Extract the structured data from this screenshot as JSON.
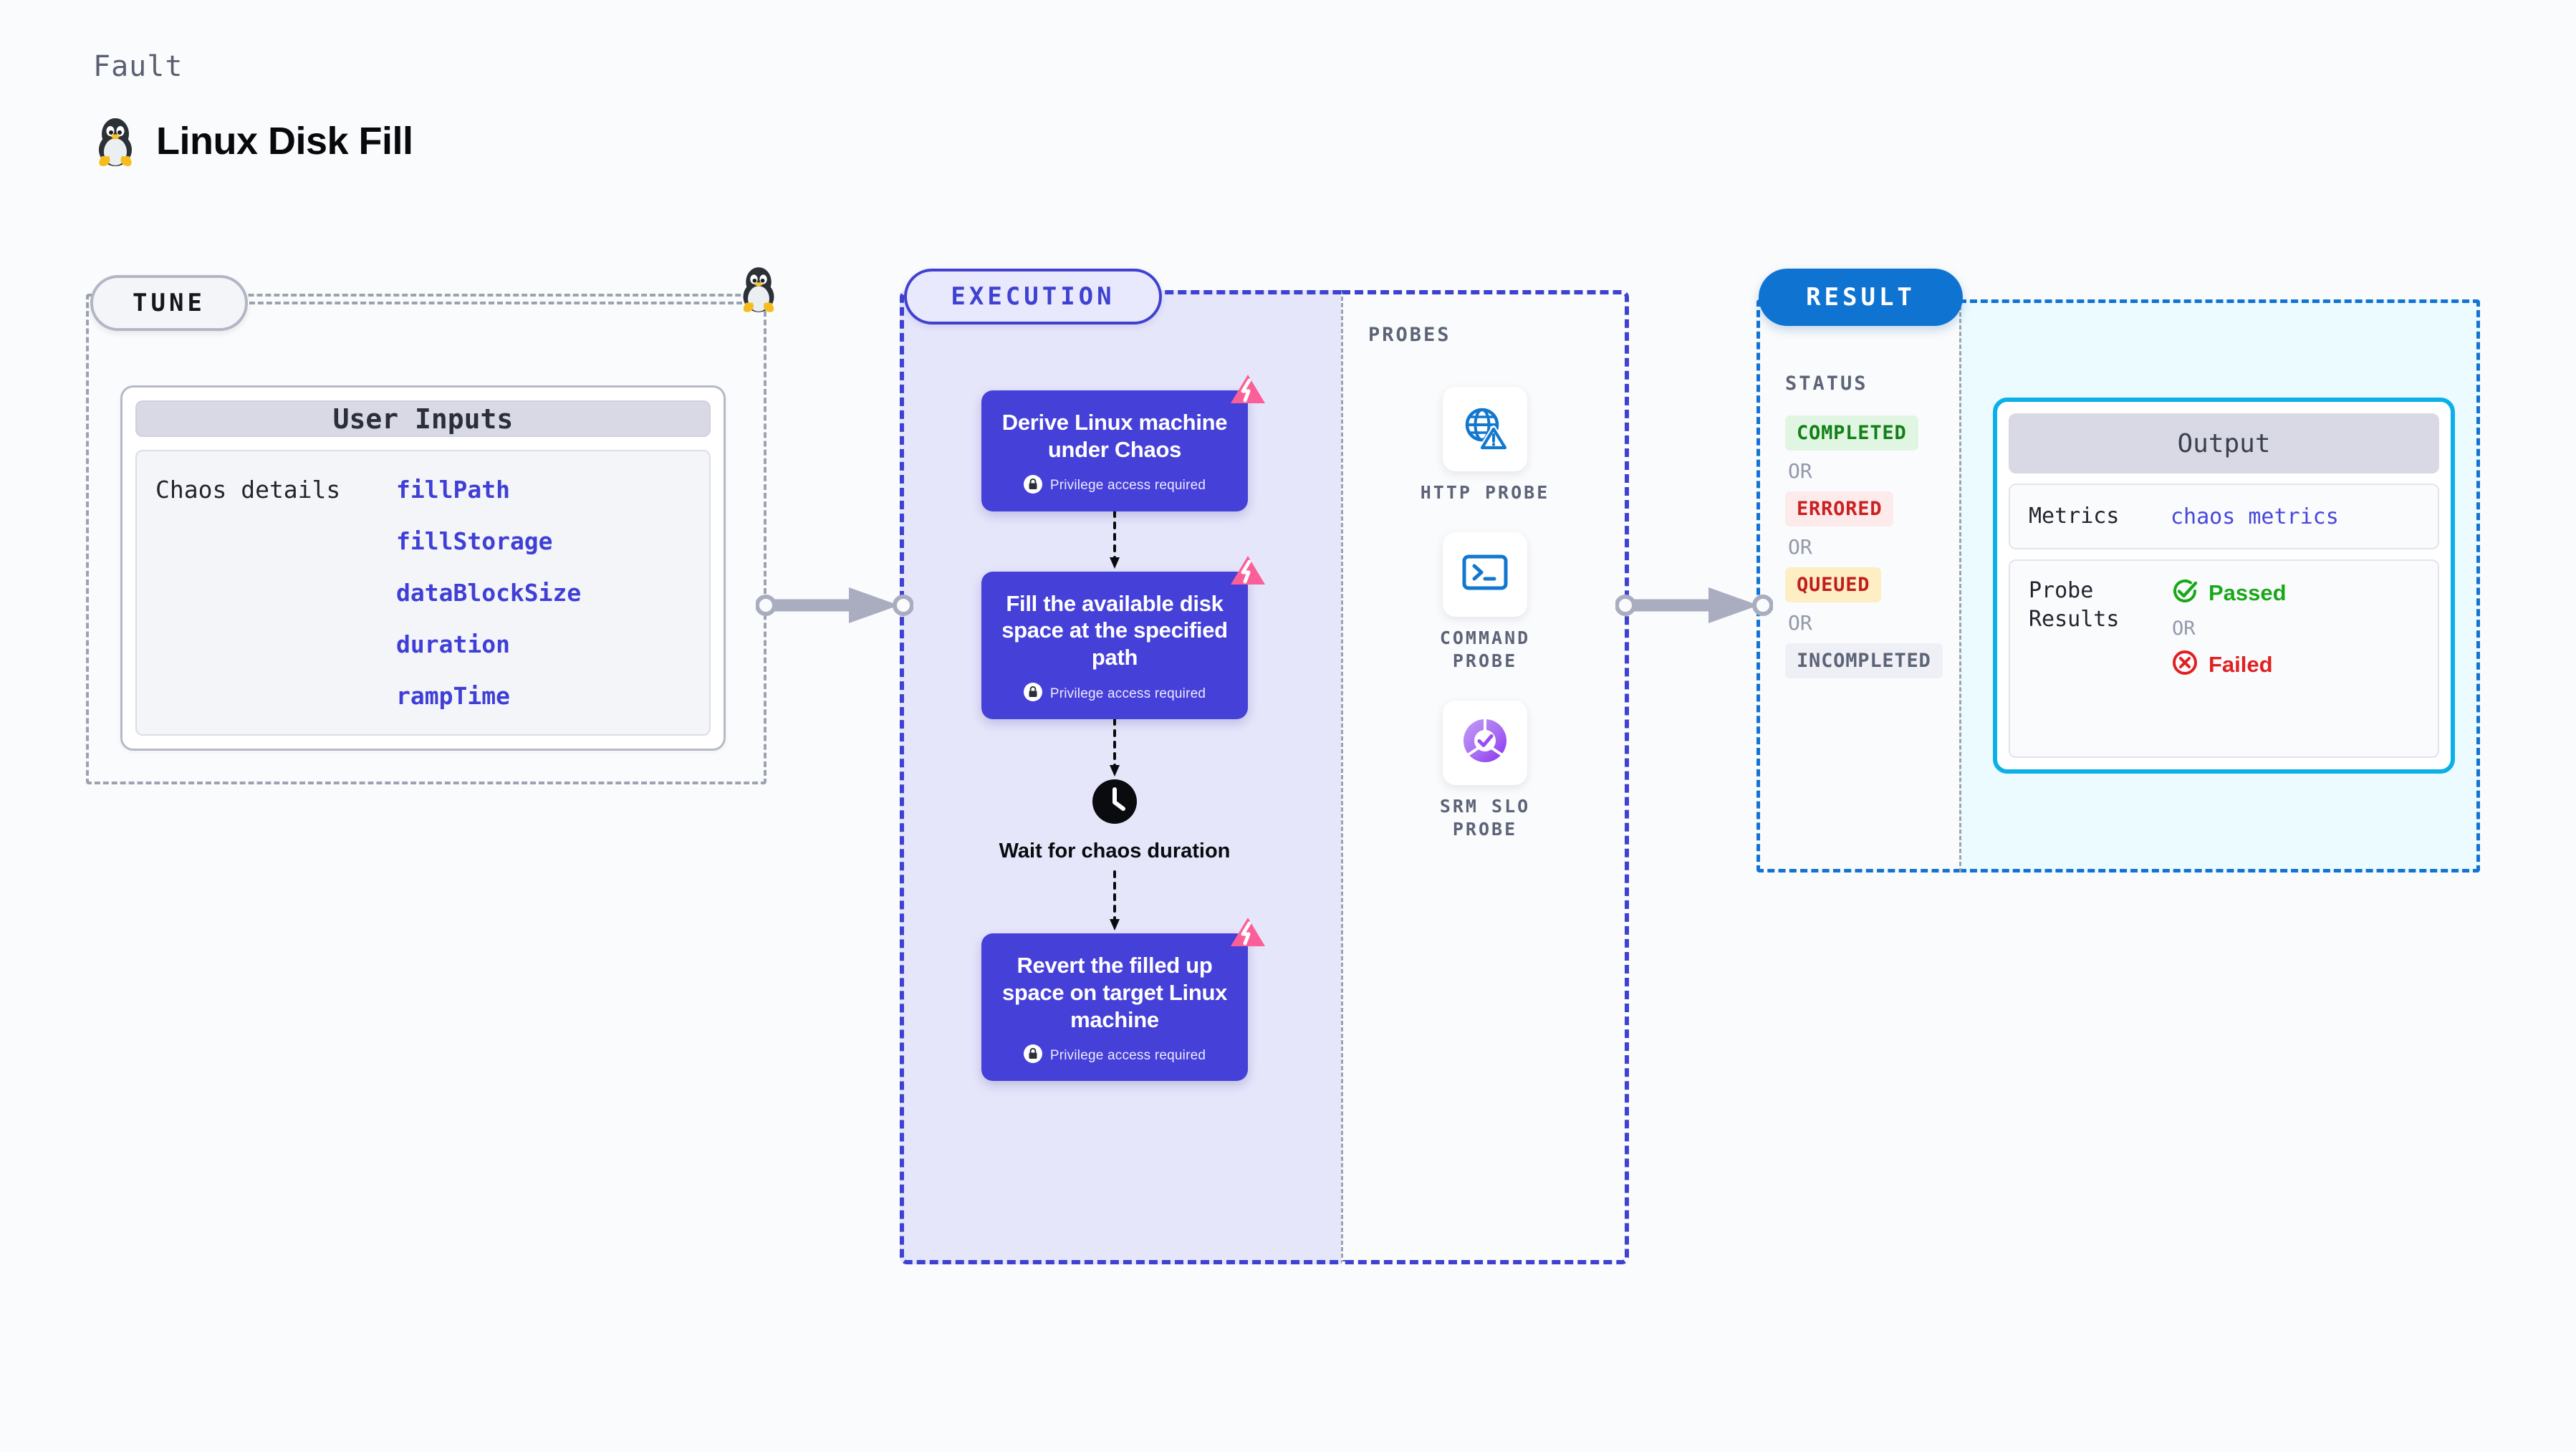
{
  "header": {
    "eyebrow": "Fault",
    "title": "Linux Disk Fill",
    "icon": "linux-penguin-icon"
  },
  "tune": {
    "pill_label": "TUNE",
    "card": {
      "title": "User Inputs",
      "row_label": "Chaos details",
      "values": [
        "fillPath",
        "fillStorage",
        "dataBlockSize",
        "duration",
        "rampTime"
      ]
    }
  },
  "execution": {
    "pill_label": "EXECUTION",
    "steps": [
      {
        "title": "Derive Linux machine under Chaos",
        "privilege_note": "Privilege access required",
        "has_fault_badge": true,
        "type": "card"
      },
      {
        "title": "Fill the available disk space at the specified path",
        "privilege_note": "Privilege access required",
        "has_fault_badge": true,
        "type": "card"
      },
      {
        "title": "Wait for chaos duration",
        "type": "wait",
        "icon": "clock-icon"
      },
      {
        "title": "Revert the filled up space on target Linux machine",
        "privilege_note": "Privilege access required",
        "has_fault_badge": true,
        "type": "card"
      }
    ]
  },
  "probes": {
    "section_label": "PROBES",
    "items": [
      {
        "label": "HTTP PROBE",
        "icon": "globe-warning-icon"
      },
      {
        "label": "COMMAND PROBE",
        "icon": "terminal-icon"
      },
      {
        "label": "SRM SLO PROBE",
        "icon": "slo-donut-check-icon"
      }
    ]
  },
  "result": {
    "pill_label": "RESULT",
    "status_label": "STATUS",
    "or_label": "OR",
    "statuses": [
      {
        "label": "COMPLETED",
        "color": "#128017",
        "bg": "#e1f6e2"
      },
      {
        "label": "ERRORED",
        "color": "#cc1f1f",
        "bg": "#fdeaea"
      },
      {
        "label": "QUEUED",
        "color": "#c21d1d",
        "bg": "#fdeec4"
      },
      {
        "label": "INCOMPLETED",
        "color": "#5d6478",
        "bg": "#eef0f5"
      }
    ],
    "output": {
      "title": "Output",
      "metrics_key": "Metrics",
      "metrics_value": "chaos metrics",
      "probe_results_key": "Probe Results",
      "passed_label": "Passed",
      "failed_label": "Failed",
      "or_label": "OR"
    }
  },
  "colors": {
    "accent_indigo": "#4540d8",
    "accent_blue": "#0f73d1",
    "accent_cyan": "#0bb0e8",
    "fault_pink": "#fb5f98",
    "pass_green": "#1aa81a",
    "fail_red": "#e22020",
    "exec_bg": "#e6e6fb",
    "output_bg": "#ecfbff",
    "page_bg": "#fafbfc"
  }
}
